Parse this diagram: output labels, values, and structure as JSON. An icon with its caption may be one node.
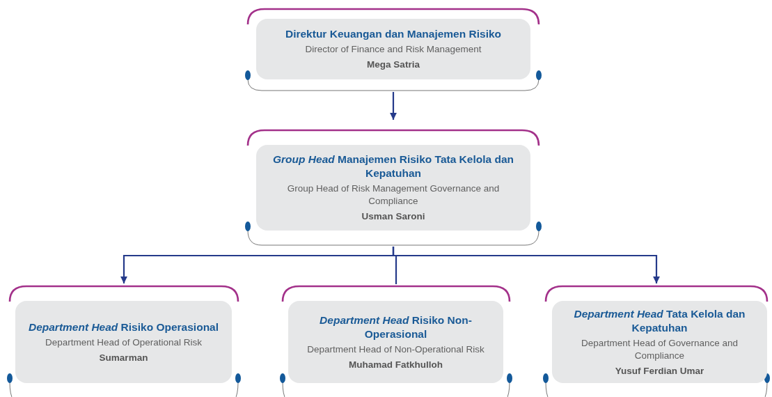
{
  "diagram": {
    "nodes": [
      {
        "text": [
          "Direktur Keuangan dan Manajemen Risiko",
          "Director of Finance and Risk Management",
          "Mega Satria"
        ]
      },
      {
        "text": [
          "*Group Head* Manajemen Risiko Tata Kelola dan Kepatuhan",
          "Group Head of Risk Management Governance and Compliance",
          "Usman Saroni"
        ]
      },
      {
        "text": [
          "*Department Head* Risiko Operasional",
          "Department Head of Operational Risk",
          "Sumarman"
        ]
      },
      {
        "text": [
          "*Department Head* Risiko Non-Operasional",
          "Department Head of Non-Operational Risk",
          "Muhamad Fatkhulloh"
        ]
      },
      {
        "text": [
          "*Department Head* Tata Kelola dan Kepatuhan",
          "Department Head of Governance and Compliance",
          "Yusuf Ferdian Umar"
        ]
      }
    ],
    "edges": [
      {
        "from": 0,
        "to": 1,
        "arrow": "to"
      },
      {
        "from": 1,
        "to": 2,
        "arrow": "to"
      },
      {
        "from": 1,
        "to": 3,
        "arrow": "none"
      },
      {
        "from": 1,
        "to": 4,
        "arrow": "to"
      }
    ]
  }
}
